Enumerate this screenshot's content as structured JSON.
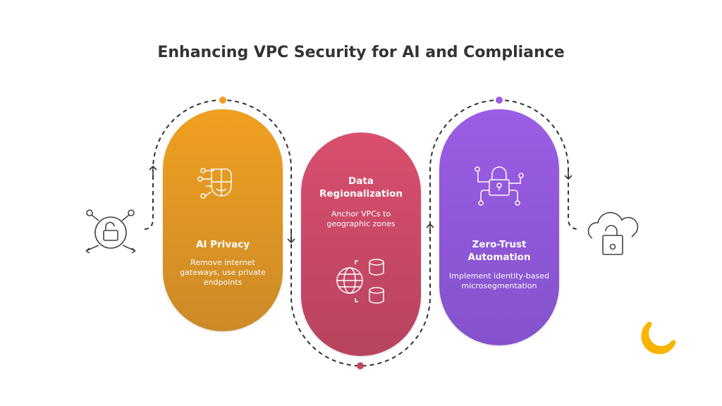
{
  "title": "Enhancing VPC Security for AI and Compliance",
  "steps": [
    {
      "title": "AI Privacy",
      "description": "Remove internet gateways, use private endpoints",
      "color": "#e4972a",
      "icon": "ai-face-circuit-icon"
    },
    {
      "title": "Data Regionalization",
      "description": "Anchor VPCs to geographic zones",
      "color": "#c94866",
      "icon": "globe-databases-icon"
    },
    {
      "title": "Zero-Trust Automation",
      "description": "Implement identity-based microsegmentation",
      "color": "#9058d9",
      "icon": "circuit-lock-icon"
    }
  ],
  "start_icon": "unlock-network-icon",
  "end_icon": "cloud-lock-icon",
  "logo_icon": "moon-logo-icon"
}
